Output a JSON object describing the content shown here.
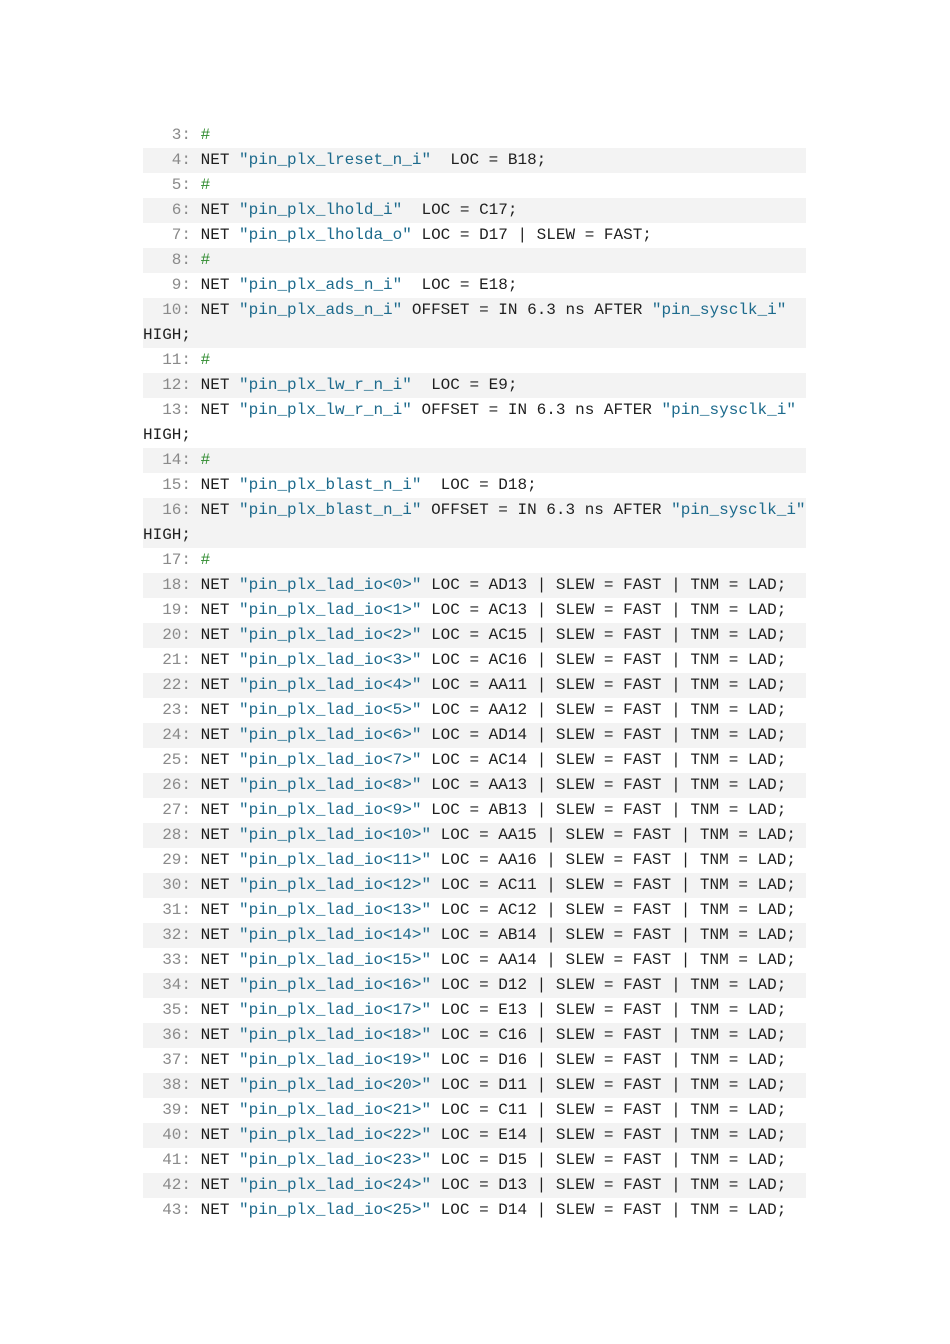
{
  "lines": [
    {
      "n": "3:",
      "comment": "#"
    },
    {
      "n": "4:",
      "kw": "NET",
      "str": "\"pin_plx_lreset_n_i\"",
      "rest": "  LOC = B18;"
    },
    {
      "n": "5:",
      "comment": "#"
    },
    {
      "n": "6:",
      "kw": "NET",
      "str": "\"pin_plx_lhold_i\"",
      "rest": "  LOC = C17;"
    },
    {
      "n": "7:",
      "kw": "NET",
      "str": "\"pin_plx_lholda_o\"",
      "rest": " LOC = D17 | SLEW = FAST;"
    },
    {
      "n": "8:",
      "comment": "#"
    },
    {
      "n": "9:",
      "kw": "NET",
      "str": "\"pin_plx_ads_n_i\"",
      "rest": "  LOC = E18;"
    },
    {
      "n": "10:",
      "kw": "NET",
      "str": "\"pin_plx_ads_n_i\"",
      "rest": " OFFSET = IN 6.3 ns AFTER ",
      "str2": "\"pin_sysclk_i\"",
      "wrap": "HIGH;"
    },
    {
      "n": "11:",
      "comment": "#"
    },
    {
      "n": "12:",
      "kw": "NET",
      "str": "\"pin_plx_lw_r_n_i\"",
      "rest": "  LOC = E9;"
    },
    {
      "n": "13:",
      "kw": "NET",
      "str": "\"pin_plx_lw_r_n_i\"",
      "rest": " OFFSET = IN 6.3 ns AFTER ",
      "str2": "\"pin_sysclk_i\"",
      "wrap": "HIGH;"
    },
    {
      "n": "14:",
      "comment": "#"
    },
    {
      "n": "15:",
      "kw": "NET",
      "str": "\"pin_plx_blast_n_i\"",
      "rest": "  LOC = D18;"
    },
    {
      "n": "16:",
      "kw": "NET",
      "str": "\"pin_plx_blast_n_i\"",
      "rest": " OFFSET = IN 6.3 ns AFTER ",
      "str2": "\"pin_sysclk_i\"",
      "wrap": "HIGH;"
    },
    {
      "n": "17:",
      "comment": "#"
    },
    {
      "n": "18:",
      "kw": "NET",
      "str": "\"pin_plx_lad_io<0>\"",
      "rest": " LOC = AD13 | SLEW = FAST | TNM = LAD;"
    },
    {
      "n": "19:",
      "kw": "NET",
      "str": "\"pin_plx_lad_io<1>\"",
      "rest": " LOC = AC13 | SLEW = FAST | TNM = LAD;"
    },
    {
      "n": "20:",
      "kw": "NET",
      "str": "\"pin_plx_lad_io<2>\"",
      "rest": " LOC = AC15 | SLEW = FAST | TNM = LAD;"
    },
    {
      "n": "21:",
      "kw": "NET",
      "str": "\"pin_plx_lad_io<3>\"",
      "rest": " LOC = AC16 | SLEW = FAST | TNM = LAD;"
    },
    {
      "n": "22:",
      "kw": "NET",
      "str": "\"pin_plx_lad_io<4>\"",
      "rest": " LOC = AA11 | SLEW = FAST | TNM = LAD;"
    },
    {
      "n": "23:",
      "kw": "NET",
      "str": "\"pin_plx_lad_io<5>\"",
      "rest": " LOC = AA12 | SLEW = FAST | TNM = LAD;"
    },
    {
      "n": "24:",
      "kw": "NET",
      "str": "\"pin_plx_lad_io<6>\"",
      "rest": " LOC = AD14 | SLEW = FAST | TNM = LAD;"
    },
    {
      "n": "25:",
      "kw": "NET",
      "str": "\"pin_plx_lad_io<7>\"",
      "rest": " LOC = AC14 | SLEW = FAST | TNM = LAD;"
    },
    {
      "n": "26:",
      "kw": "NET",
      "str": "\"pin_plx_lad_io<8>\"",
      "rest": " LOC = AA13 | SLEW = FAST | TNM = LAD;"
    },
    {
      "n": "27:",
      "kw": "NET",
      "str": "\"pin_plx_lad_io<9>\"",
      "rest": " LOC = AB13 | SLEW = FAST | TNM = LAD;"
    },
    {
      "n": "28:",
      "kw": "NET",
      "str": "\"pin_plx_lad_io<10>\"",
      "rest": " LOC = AA15 | SLEW = FAST | TNM = LAD;"
    },
    {
      "n": "29:",
      "kw": "NET",
      "str": "\"pin_plx_lad_io<11>\"",
      "rest": " LOC = AA16 | SLEW = FAST | TNM = LAD;"
    },
    {
      "n": "30:",
      "kw": "NET",
      "str": "\"pin_plx_lad_io<12>\"",
      "rest": " LOC = AC11 | SLEW = FAST | TNM = LAD;"
    },
    {
      "n": "31:",
      "kw": "NET",
      "str": "\"pin_plx_lad_io<13>\"",
      "rest": " LOC = AC12 | SLEW = FAST | TNM = LAD;"
    },
    {
      "n": "32:",
      "kw": "NET",
      "str": "\"pin_plx_lad_io<14>\"",
      "rest": " LOC = AB14 | SLEW = FAST | TNM = LAD;"
    },
    {
      "n": "33:",
      "kw": "NET",
      "str": "\"pin_plx_lad_io<15>\"",
      "rest": " LOC = AA14 | SLEW = FAST | TNM = LAD;"
    },
    {
      "n": "34:",
      "kw": "NET",
      "str": "\"pin_plx_lad_io<16>\"",
      "rest": " LOC = D12 | SLEW = FAST | TNM = LAD;"
    },
    {
      "n": "35:",
      "kw": "NET",
      "str": "\"pin_plx_lad_io<17>\"",
      "rest": " LOC = E13 | SLEW = FAST | TNM = LAD;"
    },
    {
      "n": "36:",
      "kw": "NET",
      "str": "\"pin_plx_lad_io<18>\"",
      "rest": " LOC = C16 | SLEW = FAST | TNM = LAD;"
    },
    {
      "n": "37:",
      "kw": "NET",
      "str": "\"pin_plx_lad_io<19>\"",
      "rest": " LOC = D16 | SLEW = FAST | TNM = LAD;"
    },
    {
      "n": "38:",
      "kw": "NET",
      "str": "\"pin_plx_lad_io<20>\"",
      "rest": " LOC = D11 | SLEW = FAST | TNM = LAD;"
    },
    {
      "n": "39:",
      "kw": "NET",
      "str": "\"pin_plx_lad_io<21>\"",
      "rest": " LOC = C11 | SLEW = FAST | TNM = LAD;"
    },
    {
      "n": "40:",
      "kw": "NET",
      "str": "\"pin_plx_lad_io<22>\"",
      "rest": " LOC = E14 | SLEW = FAST | TNM = LAD;"
    },
    {
      "n": "41:",
      "kw": "NET",
      "str": "\"pin_plx_lad_io<23>\"",
      "rest": " LOC = D15 | SLEW = FAST | TNM = LAD;"
    },
    {
      "n": "42:",
      "kw": "NET",
      "str": "\"pin_plx_lad_io<24>\"",
      "rest": " LOC = D13 | SLEW = FAST | TNM = LAD;"
    },
    {
      "n": "43:",
      "kw": "NET",
      "str": "\"pin_plx_lad_io<25>\"",
      "rest": " LOC = D14 | SLEW = FAST | TNM = LAD;"
    }
  ]
}
